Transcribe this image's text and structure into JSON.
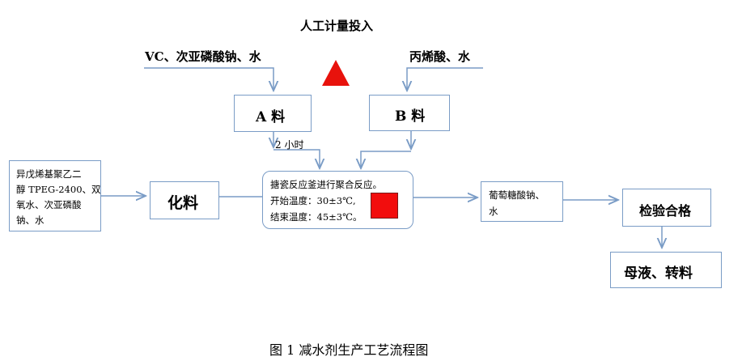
{
  "title": "人工计量投入",
  "inputs": {
    "left_top": "VC、次亚磷酸钠、水",
    "right_top": "丙烯酸、水"
  },
  "boxes": {
    "a": "A 料",
    "b": "B 料",
    "raw": [
      "异戊烯基聚乙二",
      "醇 TPEG-2400、双",
      "氧水、次亚磷酸",
      "钠、水"
    ],
    "huaeliao": "化料",
    "reactor": {
      "line1": "搪瓷反应釜进行聚合反应。",
      "line2": "开始温度：30±3℃,",
      "line3": "结束温度：45±3℃。"
    },
    "neutralize": [
      "葡萄糖酸钠、",
      "水"
    ],
    "inspect": "检验合格",
    "mother": "母液、转料"
  },
  "flow_label": "2 小时",
  "caption": "图 1  减水剂生产工艺流程图",
  "colors": {
    "line": "#7a9cc6",
    "accent": "#e8120c"
  },
  "icons": [
    "warning-triangle-icon",
    "red-indicator-square"
  ]
}
